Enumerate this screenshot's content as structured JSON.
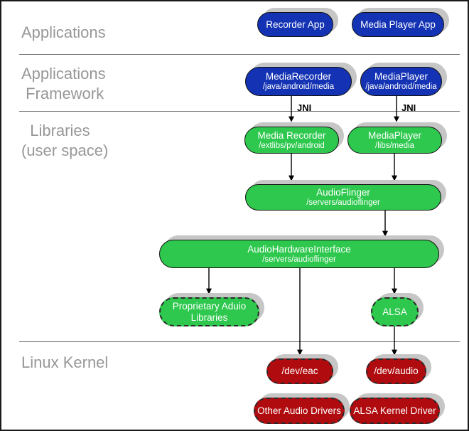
{
  "layers": {
    "applications": {
      "label": "Applications"
    },
    "applications_framework": {
      "label": "Applications\n Framework"
    },
    "libraries_user_space": {
      "label": "  Libraries\n(user space)"
    },
    "linux_kernel": {
      "label": "Linux Kernel"
    }
  },
  "connector_labels": {
    "jni": "JNI"
  },
  "nodes": {
    "recorder_app": {
      "title": "Recorder App"
    },
    "media_player_app": {
      "title": "Media Player App"
    },
    "media_recorder_fw": {
      "title": "MediaRecorder",
      "path": "/java/android/media"
    },
    "media_player_fw": {
      "title": "MediaPlayer",
      "path": "/java/android/media"
    },
    "media_recorder_lib": {
      "title": "Media Recorder",
      "path": "/extlibs/pv/android"
    },
    "media_player_lib": {
      "title": "MediaPlayer",
      "path": "/libs/media"
    },
    "audio_flinger": {
      "title": "AudioFlinger",
      "path": "/servers/audioflinger"
    },
    "audio_hardware_interface": {
      "title": "AudioHardwareInterface",
      "path": "/servers/audioflinger"
    },
    "proprietary_audio_libraries": {
      "title": "Proprietary Aduio Libraries"
    },
    "alsa": {
      "title": "ALSA"
    },
    "dev_eac": {
      "title": "/dev/eac"
    },
    "dev_audio": {
      "title": "/dev/audio"
    },
    "other_audio_drivers": {
      "title": "Other Audio Drivers"
    },
    "alsa_kernel_driver": {
      "title": "ALSA Kernel Driver"
    }
  },
  "colors": {
    "app_blue": "#1433b4",
    "lib_green": "#2dc84d",
    "kernel_red": "#b00c10",
    "shadow_gray": "#c6c6c6",
    "layer_label_gray": "#979797",
    "divider_gray": "#6e6e6e"
  }
}
